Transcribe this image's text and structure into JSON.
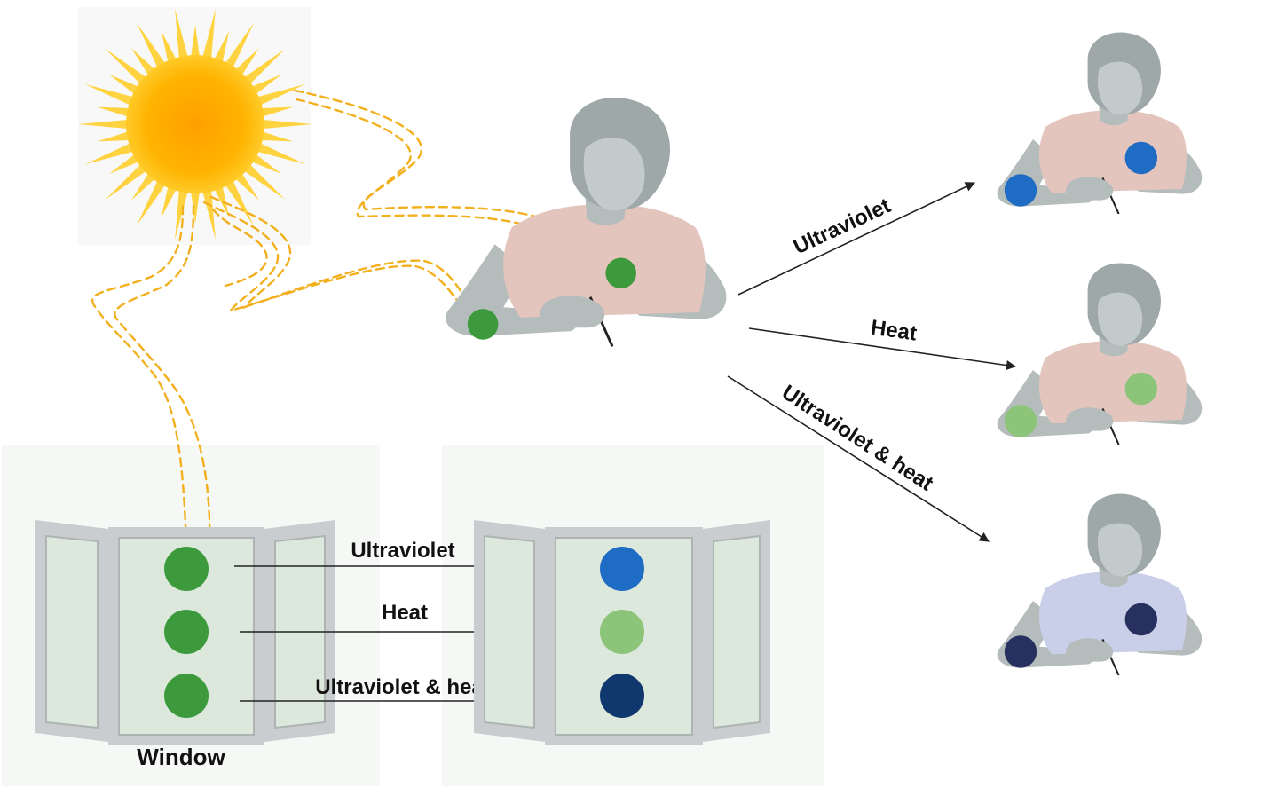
{
  "labels": {
    "window": "Window",
    "window_arrow_uv": "Ultraviolet",
    "window_arrow_heat": "Heat",
    "window_arrow_both": "Ultraviolet & heat",
    "person_arrow_uv": "Ultraviolet",
    "person_arrow_heat": "Heat",
    "person_arrow_both": "Ultraviolet & heat"
  },
  "colors": {
    "sun_core": "#ffb300",
    "sun_ray": "#ffd23f",
    "light_path": "#f2b01e",
    "indicator_initial": "#3c9a3c",
    "indicator_uv": "#1f6cc4",
    "indicator_heat": "#8cc57a",
    "indicator_both": "#10386e",
    "indicator_both_person": "#27305e",
    "shirt_initial": "#e3c5bd",
    "shirt_both": "#c9cfe8",
    "skin": "#b4bcbc",
    "hair": "#9fa8a8",
    "window_glass": "#dbe8db",
    "window_frame": "#c9cdcf",
    "panel_bg": "#f5f7f5",
    "arrow": "#222222"
  }
}
